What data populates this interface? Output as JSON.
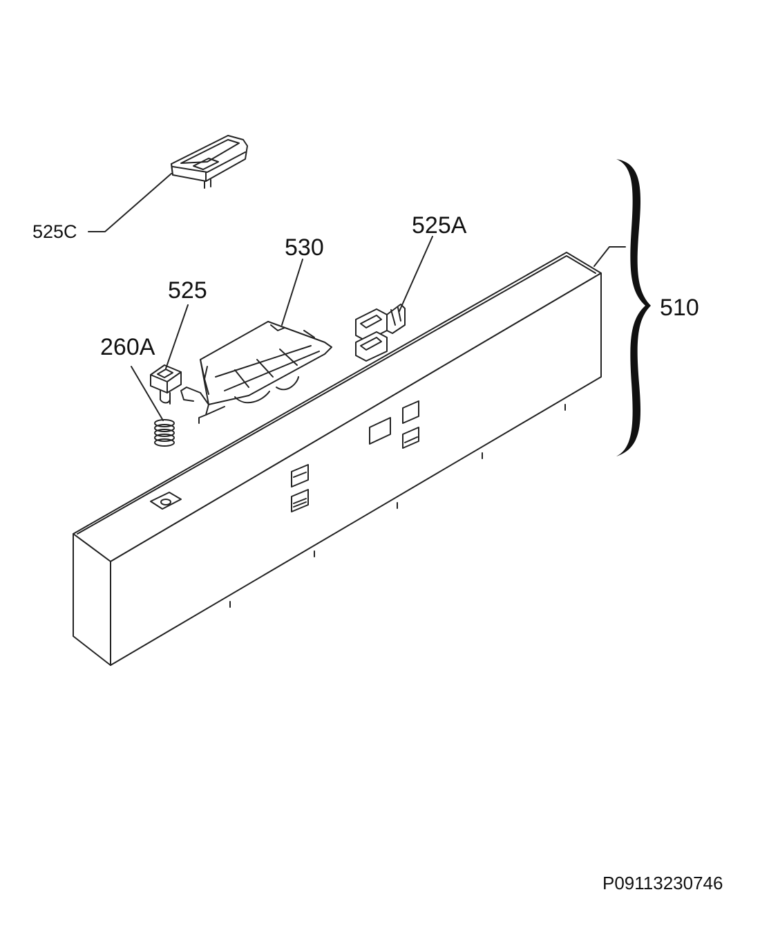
{
  "labels": {
    "p525C": "525C",
    "p530": "530",
    "p525A": "525A",
    "p525": "525",
    "p260A": "260A",
    "p510": "510"
  },
  "drawing_code": "P09113230746"
}
